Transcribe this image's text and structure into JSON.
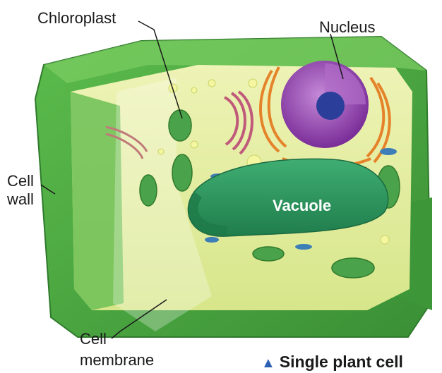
{
  "labels": {
    "chloroplast": "Chloroplast",
    "nucleus": "Nucleus",
    "cell_wall_line1": "Cell",
    "cell_wall_line2": "wall",
    "vacuole": "Vacuole",
    "cell_membrane_line1": "Cell",
    "cell_membrane_line2": "membrane"
  },
  "caption": {
    "marker": "▲",
    "text": "Single plant cell"
  },
  "colors": {
    "wall_dark": "#3f9a3a",
    "wall_mid": "#58b447",
    "cytoplasm": "#e3ec9c",
    "vacuole": "#2c9a5e",
    "nucleus": "#8f3fae",
    "nucleolus": "#2b3f9a",
    "er": "#e5832a",
    "golgi": "#c05a7a",
    "caption_marker": "#2d5fb4"
  }
}
